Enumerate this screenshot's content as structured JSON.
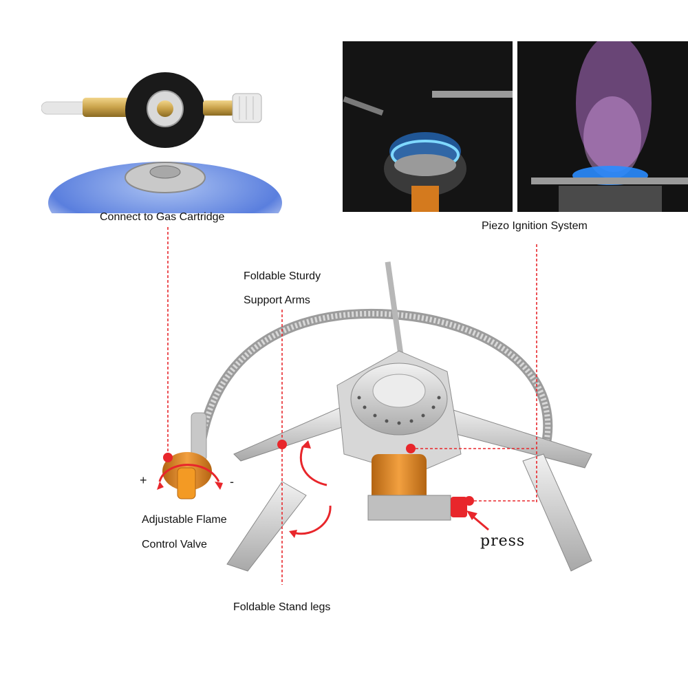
{
  "labels": {
    "connect": "Connect to Gas Cartridge",
    "piezo": "Piezo Ignition System",
    "arms_line1": "Foldable Sturdy",
    "arms_line2": "Support Arms",
    "valve_line1": "Adjustable Flame",
    "valve_line2": "Control Valve",
    "legs": "Foldable Stand legs",
    "press": "press",
    "plus": "+",
    "minus": "-"
  },
  "colors": {
    "callout": "#e8262b",
    "brass": "#c9a24a",
    "orange": "#e58a1f",
    "steel": "#c8c8c8",
    "flame_blue": "#2a8cff",
    "flame_purple": "#b070c8"
  }
}
